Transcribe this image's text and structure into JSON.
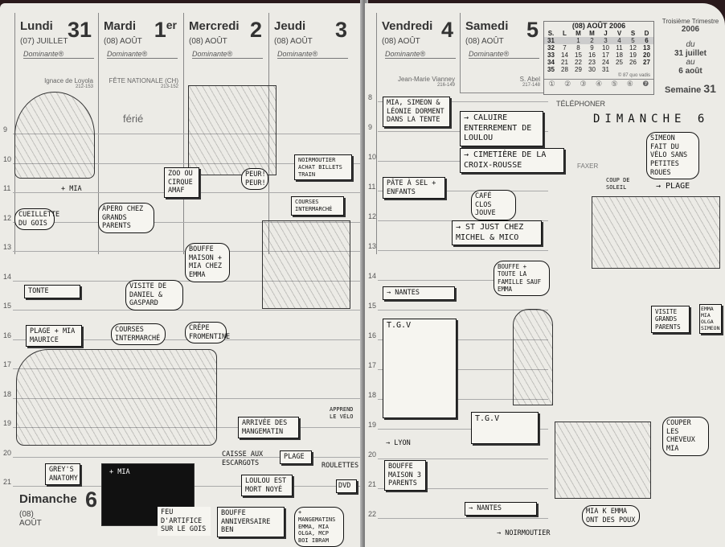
{
  "left_page": {
    "days": [
      {
        "name": "Lundi",
        "number": "31",
        "month": "(07) JUILLET",
        "dominante": "Dominante®",
        "saint": "Ignace de Loyola",
        "code": "212-153"
      },
      {
        "name": "Mardi",
        "number": "1",
        "suffix": "er",
        "month": "(08) AOÛT",
        "dominante": "Dominante®",
        "saint": "FÊTE NATIONALE (CH)",
        "code": "213-152"
      },
      {
        "name": "Mercredi",
        "number": "2",
        "month": "(08) AOÛT",
        "dominante": "Dominante®"
      },
      {
        "name": "Jeudi",
        "number": "3",
        "month": "(08) AOÛT",
        "dominante": "Dominante®"
      }
    ],
    "ferie": "férié",
    "hours": [
      "9",
      "10",
      "11",
      "12",
      "13",
      "14",
      "15",
      "16",
      "17",
      "18",
      "19",
      "20",
      "21"
    ],
    "sunday": {
      "name": "Dimanche",
      "number": "6",
      "month": "(08) AOÛT"
    },
    "notes": [
      "Cueillette du Gois",
      "+ Mia",
      "Apero chez grands parents",
      "Zoo ou cirque Amaf",
      "Peur! Peur!",
      "Bouffe maison + Mia chez Emma",
      "Tonte",
      "Visite de Daniel & Gaspard",
      "Plage + Mia Maurice",
      "Courses Intermarché",
      "Crêpe Fromentine",
      "Grey's Anatomy",
      "+ Mia",
      "Feu d'artifice sur le Gois",
      "Arrivée des Mangematin",
      "Caisse aux escargots",
      "Plage",
      "Loulou est mort noyé",
      "Bouffe anniversaire Ben",
      "+ Mangematins Emma, Mia Olga, MCP Boi Ibram",
      "Roulettes",
      "Noirmoutier achat billets train",
      "Courses Intermarché",
      "Apprend le vélo",
      "DVD"
    ]
  },
  "right_page": {
    "days": [
      {
        "name": "Vendredi",
        "number": "4",
        "month": "(08) AOÛT",
        "dominante": "Dominante®",
        "saint": "Jean-Marie Vianney",
        "code": "216-149"
      },
      {
        "name": "Samedi",
        "number": "5",
        "month": "(08) AOÛT",
        "dominante": "Dominante®",
        "saint": "S. Abel",
        "code": "217-148"
      }
    ],
    "hours": [
      "8",
      "9",
      "10",
      "11",
      "12",
      "13",
      "14",
      "15",
      "16",
      "17",
      "18",
      "19",
      "20",
      "21",
      "22"
    ],
    "mini_calendar": {
      "title": "(08) AOÛT 2006",
      "headers": [
        "S.",
        "L",
        "M",
        "M",
        "J",
        "V",
        "S",
        "D"
      ],
      "rows": [
        [
          "31",
          "",
          "1",
          "2",
          "3",
          "4",
          "5",
          "6"
        ],
        [
          "32",
          "7",
          "8",
          "9",
          "10",
          "11",
          "12",
          "13"
        ],
        [
          "33",
          "14",
          "15",
          "16",
          "17",
          "18",
          "19",
          "20"
        ],
        [
          "34",
          "21",
          "22",
          "23",
          "24",
          "25",
          "26",
          "27"
        ],
        [
          "35",
          "28",
          "29",
          "30",
          "31",
          "",
          "",
          ""
        ]
      ],
      "copyright": "© 87 quo vadis",
      "circles": [
        "①",
        "②",
        "③",
        "④",
        "⑤",
        "⑥",
        "❼"
      ]
    },
    "trimester": {
      "label": "Troisième Trimestre",
      "year": "2006",
      "du": "du",
      "from": "31 juillet",
      "au": "au",
      "to": "6 août",
      "week_label": "Semaine",
      "week": "31"
    },
    "telephoner": "TÉLÉPHONER",
    "faxer": "FAXER",
    "notes": [
      "Mia, Simeon & Léonie dorment dans la tente",
      "→ Caluire enterrement de Loulou",
      "→ Cimetière de la Croix-Rousse",
      "Pâte à sel + enfants",
      "Café Clos Jouve",
      "→ St Just chez Michel & Mico",
      "Bouffe + toute la famille sauf Emma",
      "→ Nantes",
      "T.G.V",
      "T.G.V",
      "→ Lyon",
      "Bouffe maison 3 parents",
      "→ Nantes",
      "Mia K Emma ont des poux",
      "→ Noirmoutier",
      "Dimanche 6",
      "Simeon fait du vélo sans petites roues",
      "Coup de soleil",
      "→ Plage",
      "Visite grands parents",
      "Emma Mia Olga Simeon",
      "Couper les cheveux Mia"
    ]
  }
}
